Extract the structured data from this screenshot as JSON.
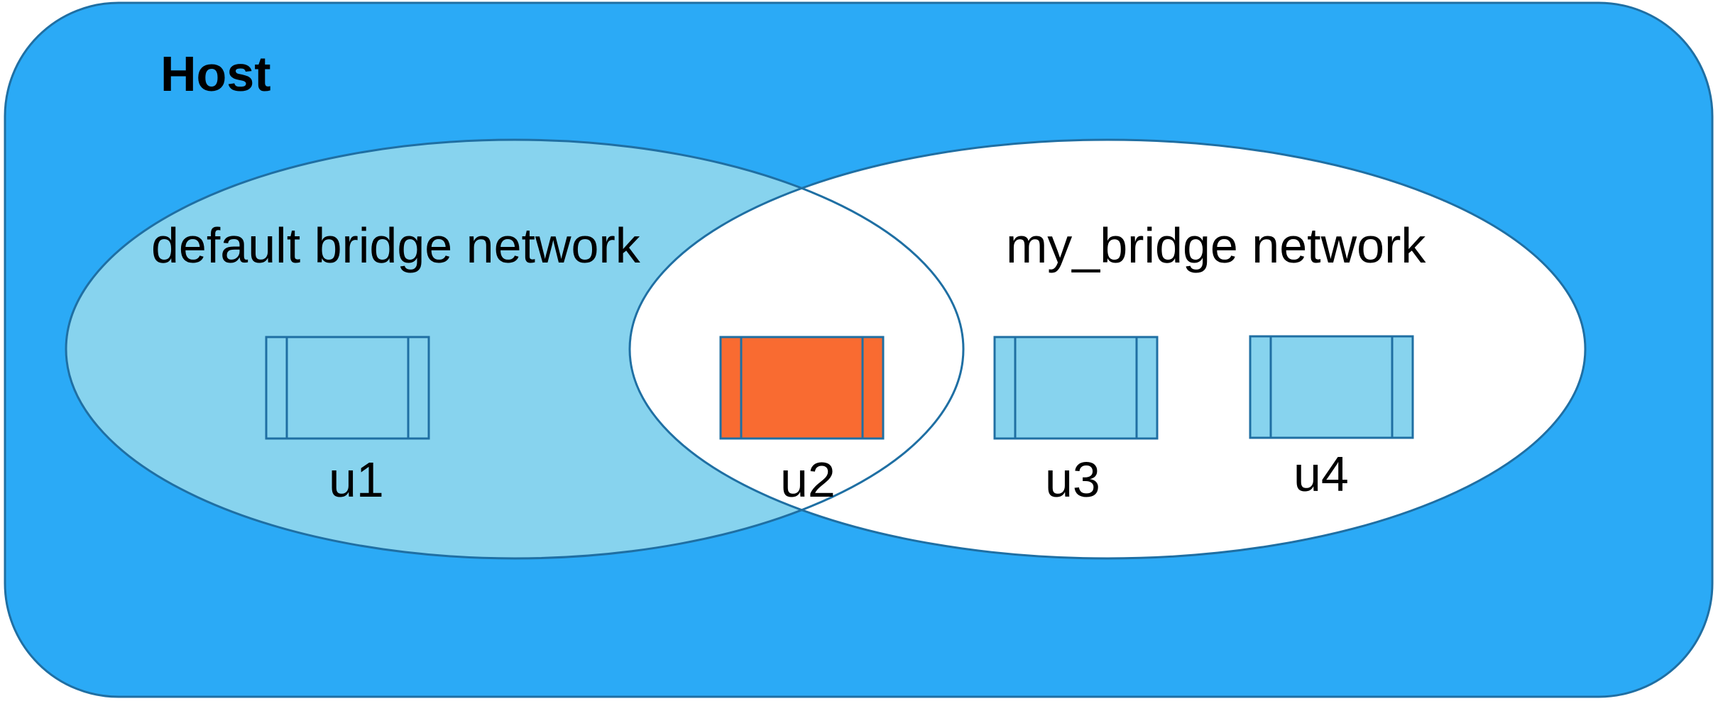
{
  "host": {
    "title": "Host",
    "fill": "#2BAAF6",
    "stroke": "#1F6FA3"
  },
  "networks": [
    {
      "name": "default bridge network",
      "fill": "#87D3EE"
    },
    {
      "name": "my_bridge network",
      "fill": "#FFFFFF"
    }
  ],
  "overlap_fill": "#FFFFFF",
  "containers": [
    {
      "name": "u1",
      "fill": "#87D3EE",
      "networks": [
        "default bridge network"
      ]
    },
    {
      "name": "u2",
      "fill": "#F96B31",
      "networks": [
        "default bridge network",
        "my_bridge network"
      ]
    },
    {
      "name": "u3",
      "fill": "#87D3EE",
      "networks": [
        "my_bridge network"
      ]
    },
    {
      "name": "u4",
      "fill": "#87D3EE",
      "networks": [
        "my_bridge network"
      ]
    }
  ]
}
